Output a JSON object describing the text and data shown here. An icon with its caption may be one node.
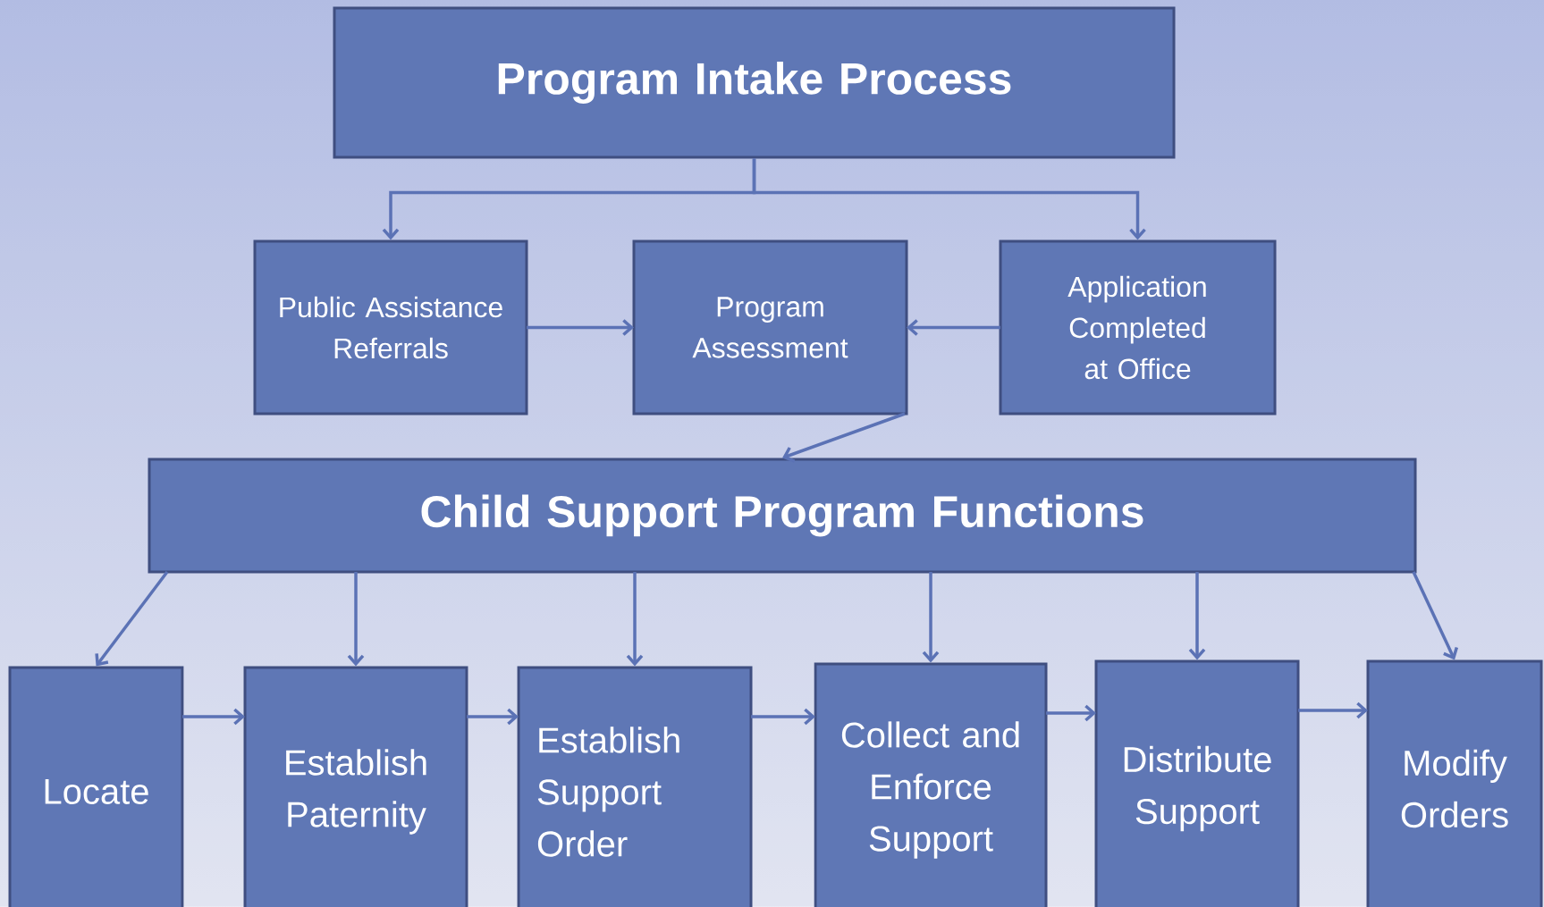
{
  "diagram": {
    "nodes": [
      {
        "text": [
          "Program Intake Process"
        ]
      },
      {
        "text": [
          "Public Assistance Referrals"
        ]
      },
      {
        "text": [
          "Program Assessment"
        ]
      },
      {
        "text": [
          "Application Completed at Office"
        ]
      },
      {
        "text": [
          "Child Support Program Functions"
        ]
      },
      {
        "text": [
          "Locate"
        ]
      },
      {
        "text": [
          "Establish Paternity"
        ]
      },
      {
        "text": [
          "Establish Support Order"
        ]
      },
      {
        "text": [
          "Collect and Enforce Support"
        ]
      },
      {
        "text": [
          "Distribute Support"
        ]
      },
      {
        "text": [
          "Modify Orders"
        ]
      }
    ],
    "edges": [
      {
        "from": 0,
        "to": 1,
        "arrow": "to"
      },
      {
        "from": 0,
        "to": 3,
        "arrow": "to"
      },
      {
        "from": 1,
        "to": 2,
        "arrow": "to"
      },
      {
        "from": 3,
        "to": 2,
        "arrow": "to"
      },
      {
        "from": 2,
        "to": 4,
        "arrow": "to"
      },
      {
        "from": 4,
        "to": 5,
        "arrow": "to"
      },
      {
        "from": 4,
        "to": 6,
        "arrow": "to"
      },
      {
        "from": 4,
        "to": 7,
        "arrow": "to"
      },
      {
        "from": 4,
        "to": 8,
        "arrow": "to"
      },
      {
        "from": 4,
        "to": 9,
        "arrow": "to"
      },
      {
        "from": 4,
        "to": 10,
        "arrow": "to"
      },
      {
        "from": 5,
        "to": 6,
        "arrow": "to"
      },
      {
        "from": 6,
        "to": 7,
        "arrow": "to"
      },
      {
        "from": 7,
        "to": 8,
        "arrow": "to"
      },
      {
        "from": 8,
        "to": 9,
        "arrow": "to"
      },
      {
        "from": 9,
        "to": 10,
        "arrow": "to"
      }
    ]
  }
}
